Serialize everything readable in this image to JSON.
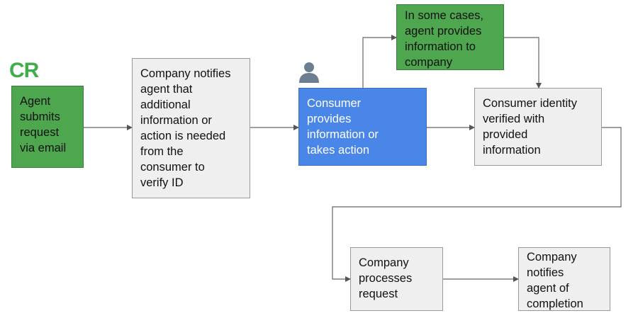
{
  "logo": {
    "text": "CR",
    "color": "#3fae49"
  },
  "icons": {
    "consumer": "person-icon"
  },
  "colors": {
    "green": "#4ea64e",
    "blue": "#4a86e8",
    "gray": "#efefef"
  },
  "steps": {
    "agent_submits": [
      "Agent",
      "submits",
      "request",
      "via email"
    ],
    "company_notifies": [
      "Company notifies",
      "agent that",
      "additional",
      "information or",
      "action is needed",
      "from the",
      "consumer to",
      "verify ID"
    ],
    "consumer_provides": [
      "Consumer",
      "provides",
      "information or",
      "takes action"
    ],
    "agent_provides": [
      "In some cases,",
      "agent provides",
      "information to",
      "company"
    ],
    "identity_verified": [
      "Consumer identity",
      "verified with",
      "provided",
      "information"
    ],
    "company_processes": [
      "Company",
      "processes",
      "request"
    ],
    "company_completion": [
      "Company",
      "notifies",
      "agent of",
      "completion"
    ]
  }
}
